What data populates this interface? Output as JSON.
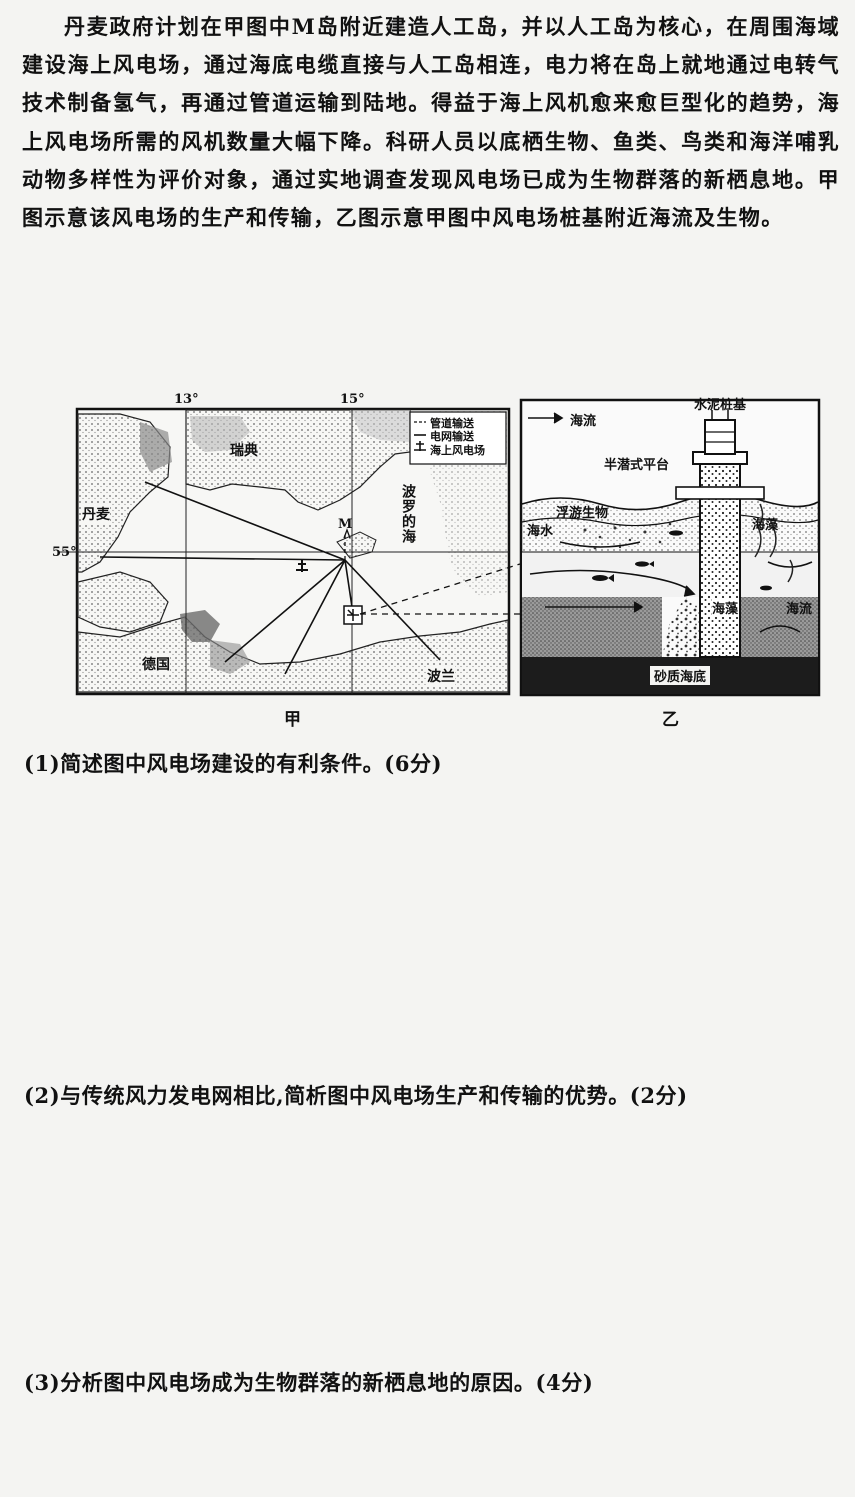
{
  "passage": "丹麦政府计划在甲图中M岛附近建造人工岛，并以人工岛为核心，在周围海域建设海上风电场，通过海底电缆直接与人工岛相连，电力将在岛上就地通过电转气技术制备氢气，再通过管道运输到陆地。得益于海上风机愈来愈巨型化的趋势，海上风电场所需的风机数量大幅下降。科研人员以底栖生物、鱼类、鸟类和海洋哺乳动物多样性为评价对象，通过实地调查发现风电场已成为生物群落的新栖息地。甲图示意该风电场的生产和传输，乙图示意甲图中风电场桩基附近海流及生物。",
  "map_jia": {
    "caption": "甲",
    "lon_labels": [
      "13°",
      "15°"
    ],
    "lat_label": "55°",
    "countries": {
      "sweden": "瑞典",
      "denmark": "丹麦",
      "germany": "德国",
      "poland": "波兰"
    },
    "sea": "波罗的海",
    "island": "M",
    "legend": [
      "管道输送",
      "电网输送",
      "海上风电场"
    ]
  },
  "diagram_yi": {
    "caption": "乙",
    "labels": {
      "current_legend": "海流",
      "pile": "水泥桩基",
      "platform": "半潜式平台",
      "plankton": "浮游生物",
      "seawater": "海水",
      "seaweed_top": "海藻",
      "seaweed_bottom": "海藻",
      "current_right": "海流",
      "seabed": "砂质海底"
    }
  },
  "questions": [
    "(1)简述图中风电场建设的有利条件。(6分)",
    "(2)与传统风力发电网相比,简析图中风电场生产和传输的优势。(2分)",
    "(3)分析图中风电场成为生物群落的新栖息地的原因。(4分)"
  ]
}
